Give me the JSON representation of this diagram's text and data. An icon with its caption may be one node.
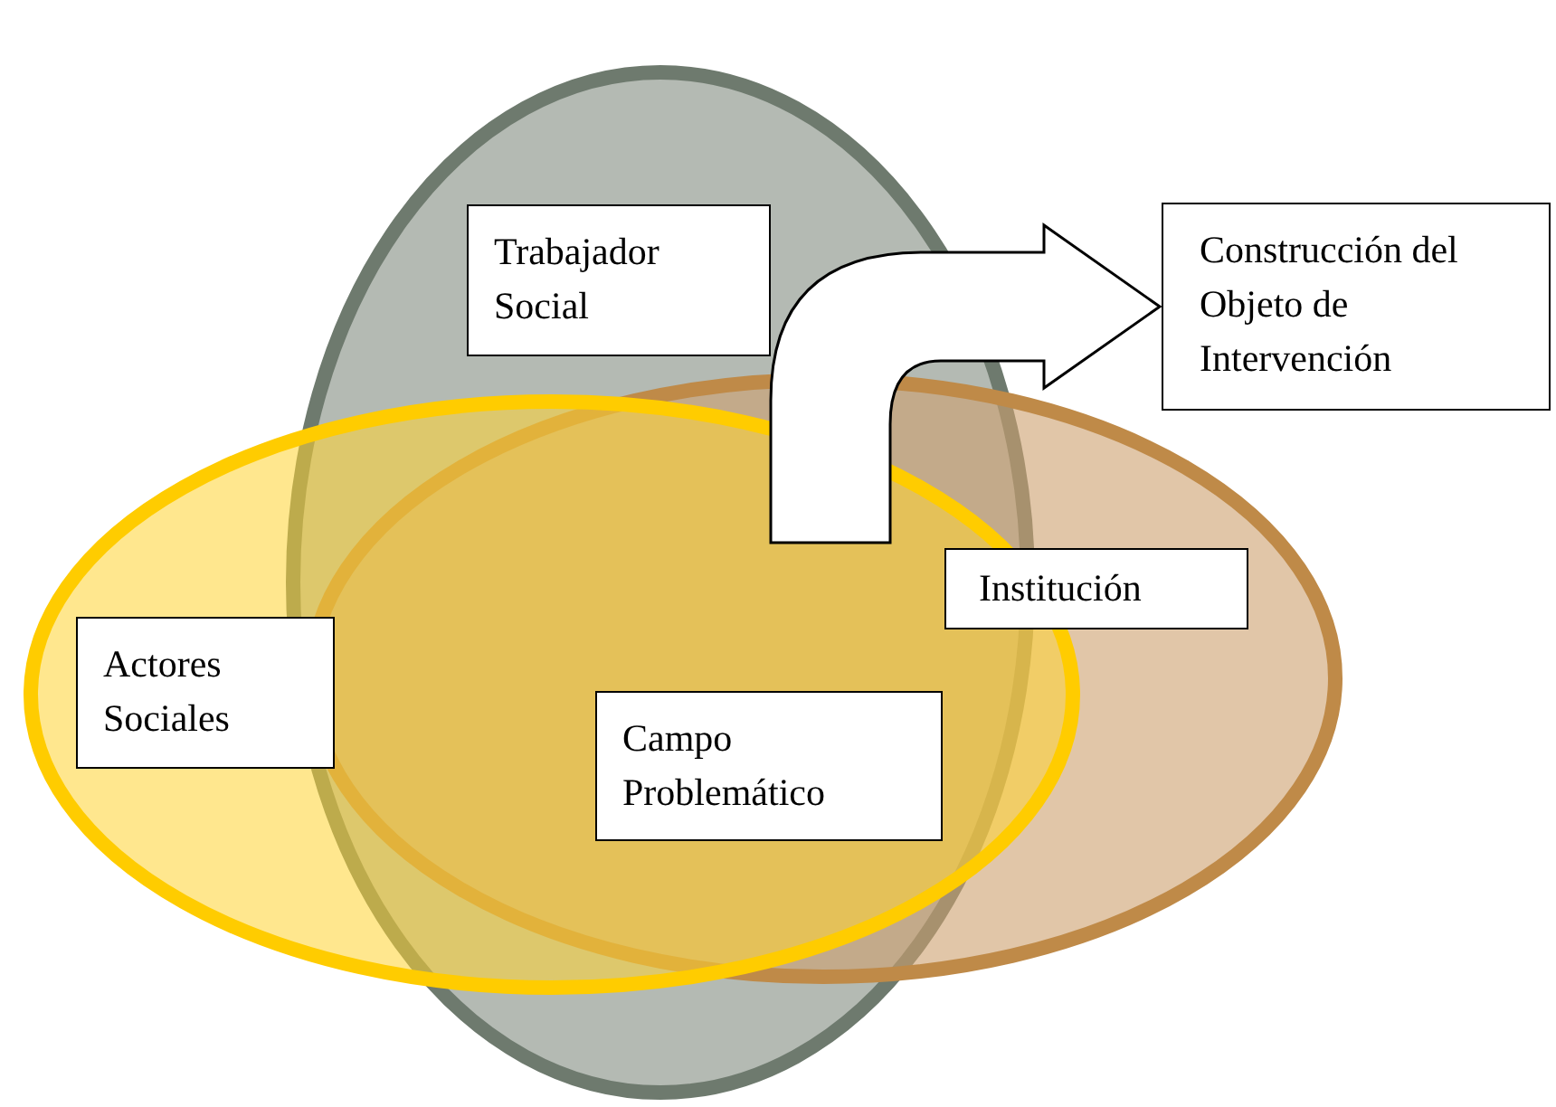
{
  "diagram": {
    "nodes": [
      {
        "text": [
          "Trabajador Social"
        ]
      },
      {
        "text": [
          "Construcción del Objeto de Intervención"
        ]
      },
      {
        "text": [
          "Institución"
        ]
      },
      {
        "text": [
          "Actores Sociales"
        ]
      },
      {
        "text": [
          "Campo Problemático"
        ]
      }
    ],
    "edges": [
      {
        "from": null,
        "to": 1,
        "arrow": "to"
      }
    ]
  }
}
